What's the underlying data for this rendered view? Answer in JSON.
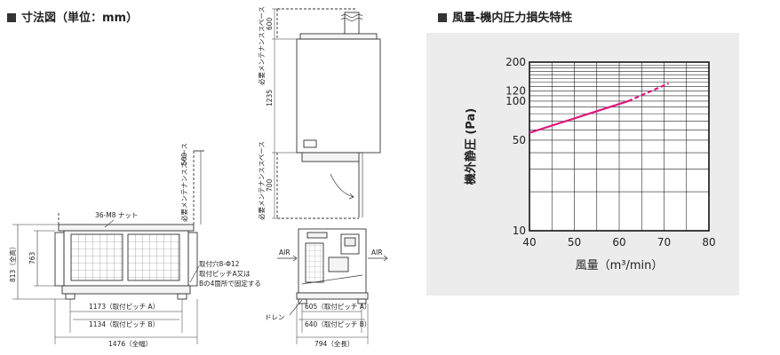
{
  "dimensions_heading": "寸法図（単位：mm）",
  "chart_heading": "風量-機内圧力損失特性",
  "front_view": {
    "nut_label": "36-M8 ナット",
    "maint_space_label": "必要メンテナンススペース",
    "maint_space_value": "500",
    "mount_note": [
      "取付穴8-Φ12",
      "取付ピッチA又は",
      "Bの4箇所で固定する"
    ],
    "dim_813": "813（全高）",
    "dim_763": "763",
    "dim_pitch_a": "1173（取付ピッチ A）",
    "dim_pitch_b": "1134（取付ピッチ B）",
    "dim_width": "1476（全幅）"
  },
  "side_view": {
    "maint_top_label": "必要メンテナンススペース",
    "maint_top_value": "600",
    "body_height": "1235",
    "maint_bottom_label": "必要メンテナンススペース",
    "maint_bottom_value": "700",
    "air_left": "AIR",
    "air_right": "AIR",
    "drain_label": "ドレン",
    "dim_pitch_a": "605（取付ピッチ A）",
    "dim_pitch_b": "640（取付ピッチ B）",
    "dim_length": "794（全長）"
  },
  "chart_data": {
    "type": "line",
    "title": "",
    "xlabel": "風量（m³/min）",
    "ylabel": "機外静圧 (Pa)",
    "xlim": [
      40,
      80
    ],
    "ylim": [
      10,
      200
    ],
    "y_scale": "log",
    "grid": true,
    "x_ticks": [
      40,
      50,
      60,
      70,
      80
    ],
    "y_tick_labels": [
      10,
      50,
      100,
      120,
      200
    ],
    "y_grid": [
      10,
      20,
      30,
      40,
      50,
      60,
      70,
      80,
      90,
      100,
      110,
      120,
      130,
      140,
      150,
      160,
      170,
      180,
      190,
      200
    ],
    "series": [
      {
        "style": "solid",
        "color": "#e0157f",
        "x": [
          40,
          62
        ],
        "y": [
          57,
          100
        ]
      },
      {
        "style": "dashed",
        "color": "#e0157f",
        "x": [
          62,
          71
        ],
        "y": [
          100,
          137
        ]
      }
    ]
  }
}
